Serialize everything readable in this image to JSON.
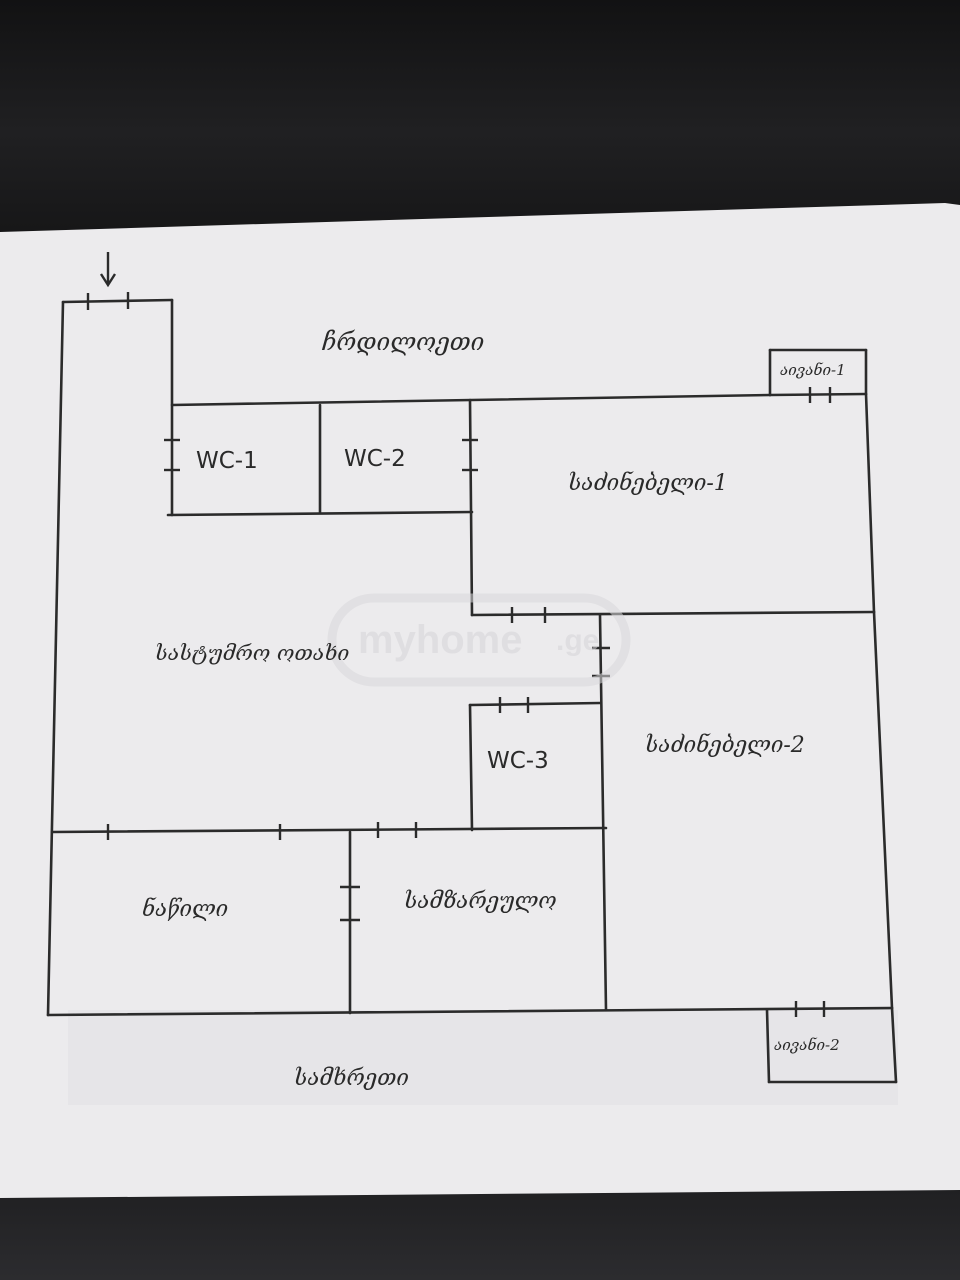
{
  "rooms": {
    "corridor": "ჩრდილოეთი",
    "balcony1": "აივანი-1",
    "balcony2": "აივანი-2",
    "wc1": "WC-1",
    "wc2": "WC-2",
    "wc3": "WC-3",
    "bedroom1": "საძინებელი-1",
    "bedroom2": "საძინებელი-2",
    "living": "სასტუმრო ოთახი",
    "kitchen": "სამზარეულო",
    "hall": "ნაწილი",
    "south": "სამხრეთი"
  },
  "watermark": {
    "brand": "myhome",
    "tld": ".ge"
  },
  "colors": {
    "paper": "#ecebed",
    "ink": "#2b2b2b",
    "background": "#1b1b1d"
  }
}
